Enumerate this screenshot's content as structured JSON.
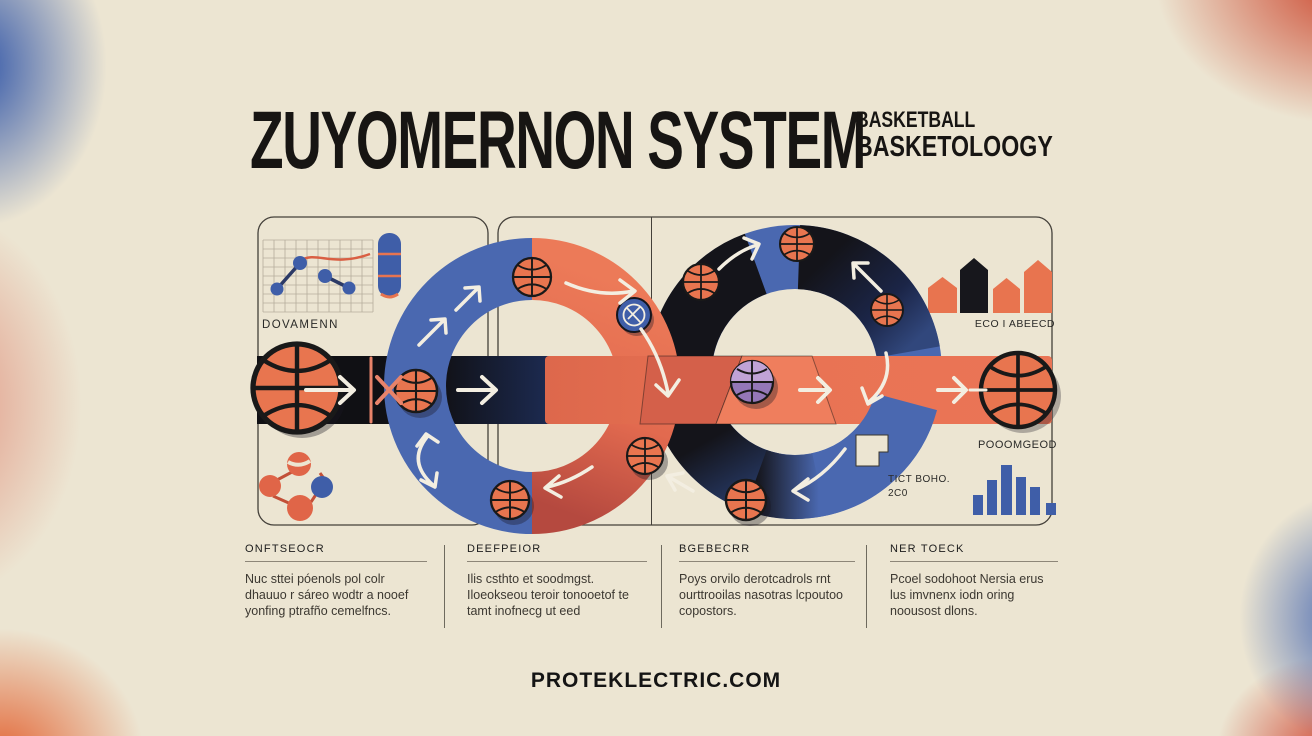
{
  "header": {
    "title": "ZUYOMERNON SYSTEM",
    "subtitle_line1": "BASKETBALL",
    "subtitle_line2": "BASKETOLOOGY"
  },
  "panel_labels": {
    "top_left": "DOVAMENN",
    "top_right": "ECO I ABEECD",
    "mid_right": "POOOMGEOD",
    "note_line1": "TICT BOHO.",
    "note_line2": "2C0"
  },
  "columns": [
    {
      "heading": "ONFTSEOCR",
      "body": "Nuc sttei póenols pol colr dhauuo r sáreo wodtr a nooef yonfing ptrafño cemelfncs."
    },
    {
      "heading": "DEEFPEIOR",
      "body": "Ilis csthto et soodmgst. Iloeokseou teroir tonooetof te tamt inofnecg ut eed"
    },
    {
      "heading": "BGEBECRR",
      "body": "Poys orvilo derotcadrols rnt ourttrooilas nasotras lcpoutoo copostors."
    },
    {
      "heading": "NER TOECK",
      "body": "Pcoel sodohoot Nersia erus lus imvnenx iodn oring noousost dlons."
    }
  ],
  "footer": {
    "site": "PROTEKLECTRIC.COM"
  },
  "colors": {
    "background_cream": "#ece5d2",
    "ribbon_blue": "#4a68b0",
    "ribbon_orange": "#e97354",
    "ribbon_black": "#14141a",
    "ball_orange": "#e8754f",
    "ball_purple": "#9678bb",
    "corner_blue": "#2850aa",
    "corner_red": "#c93a20"
  },
  "icons": [
    "line-chart-icon",
    "capsule-icon",
    "pentagon-bar-chart-icon",
    "blue-bar-chart-icon",
    "molecule-icon",
    "basketball-icon",
    "purple-basketball-icon",
    "basketball-badge-icon",
    "paper-note-icon",
    "flow-arrow-icon",
    "collision-mark-icon"
  ],
  "mini_charts": {
    "line_chart": {
      "type": "line",
      "points": [
        [
          277,
          289
        ],
        [
          300,
          263
        ],
        [
          325,
          276
        ],
        [
          349,
          288
        ]
      ]
    },
    "pentagon_bars": {
      "type": "bar",
      "values": [
        42,
        55,
        35,
        53
      ],
      "colors": [
        "orange",
        "black",
        "orange",
        "orange"
      ]
    },
    "blue_bars": {
      "type": "bar",
      "values": [
        20,
        35,
        50,
        38,
        28,
        12
      ]
    }
  }
}
